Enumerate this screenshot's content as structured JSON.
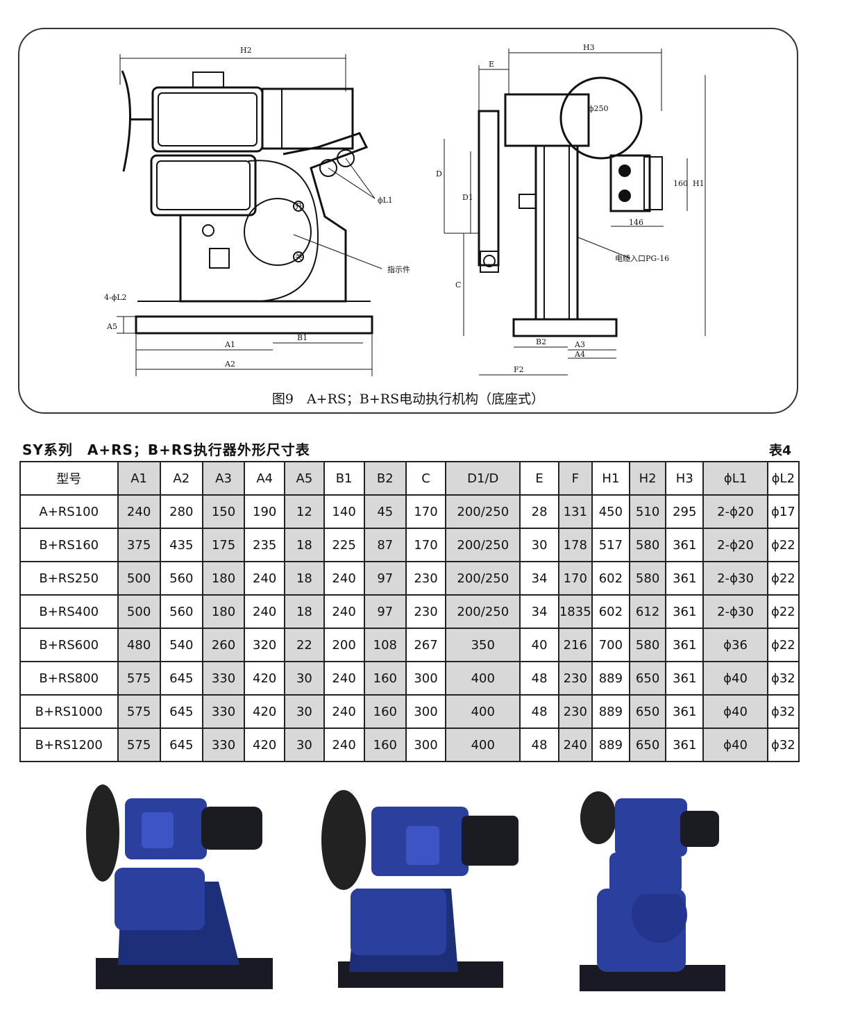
{
  "drawing": {
    "caption": "图9　A+RS；B+RS电动执行机构（底座式）",
    "labels": {
      "H2": "H2",
      "H3": "H3",
      "E": "E",
      "D": "D",
      "D1": "D1",
      "C": "C",
      "H1": "H1",
      "phi250": "ϕ250",
      "phiL1": "ϕL1",
      "dim160": "160",
      "dim146": "146",
      "cable": "电缆入口PG-16",
      "indicator": "指示件",
      "phiL2": "4-ϕL2",
      "A5": "A5",
      "A1": "A1",
      "A2": "A2",
      "B1": "B1",
      "B2": "B2",
      "A3": "A3",
      "A4": "A4",
      "F2": "F2",
      "open": "开",
      "close": "关"
    }
  },
  "table": {
    "title": "SY系列　A+RS；B+RS执行器外形尺寸表",
    "number": "表4",
    "headers": [
      "型号",
      "A1",
      "A2",
      "A3",
      "A4",
      "A5",
      "B1",
      "B2",
      "C",
      "D1/D",
      "E",
      "F",
      "H1",
      "H2",
      "H3",
      "ϕL1",
      "ϕL2"
    ],
    "rows": [
      [
        "A+RS100",
        "240",
        "280",
        "150",
        "190",
        "12",
        "140",
        "45",
        "170",
        "200/250",
        "28",
        "131",
        "450",
        "510",
        "295",
        "2-ϕ20",
        "ϕ17"
      ],
      [
        "B+RS160",
        "375",
        "435",
        "175",
        "235",
        "18",
        "225",
        "87",
        "170",
        "200/250",
        "30",
        "178",
        "517",
        "580",
        "361",
        "2-ϕ20",
        "ϕ22"
      ],
      [
        "B+RS250",
        "500",
        "560",
        "180",
        "240",
        "18",
        "240",
        "97",
        "230",
        "200/250",
        "34",
        "170",
        "602",
        "580",
        "361",
        "2-ϕ30",
        "ϕ22"
      ],
      [
        "B+RS400",
        "500",
        "560",
        "180",
        "240",
        "18",
        "240",
        "97",
        "230",
        "200/250",
        "34",
        "1835",
        "602",
        "612",
        "361",
        "2-ϕ30",
        "ϕ22"
      ],
      [
        "B+RS600",
        "480",
        "540",
        "260",
        "320",
        "22",
        "200",
        "108",
        "267",
        "350",
        "40",
        "216",
        "700",
        "580",
        "361",
        "ϕ36",
        "ϕ22"
      ],
      [
        "B+RS800",
        "575",
        "645",
        "330",
        "420",
        "30",
        "240",
        "160",
        "300",
        "400",
        "48",
        "230",
        "889",
        "650",
        "361",
        "ϕ40",
        "ϕ32"
      ],
      [
        "B+RS1000",
        "575",
        "645",
        "330",
        "420",
        "30",
        "240",
        "160",
        "300",
        "400",
        "48",
        "230",
        "889",
        "650",
        "361",
        "ϕ40",
        "ϕ32"
      ],
      [
        "B+RS1200",
        "575",
        "645",
        "330",
        "420",
        "30",
        "240",
        "160",
        "300",
        "400",
        "48",
        "240",
        "889",
        "650",
        "361",
        "ϕ40",
        "ϕ32"
      ]
    ]
  },
  "colors": {
    "actuator_blue": "#2a3f9e",
    "base_dark": "#1a1a24",
    "shaded_cell": "#d8d8d8"
  }
}
